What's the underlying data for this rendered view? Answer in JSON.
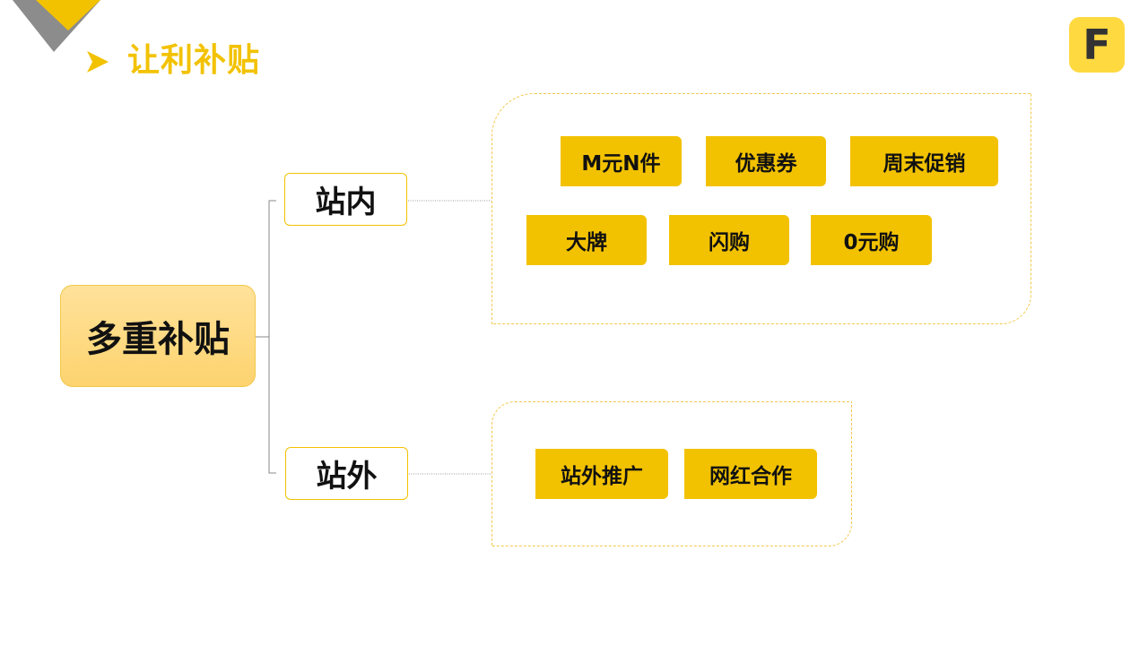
{
  "title": "让利补贴",
  "logo": {
    "letter": "F",
    "color": "#ffd940"
  },
  "colors": {
    "accent": "#f2c200",
    "root_fill": "#fdd36f",
    "text": "#111111"
  },
  "icons": {
    "title_bullet": "arrowhead-bullet-icon",
    "corner": "corner-chevron-decoration"
  },
  "diagram": {
    "root": "多重补贴",
    "branches": [
      {
        "label": "站内",
        "tags": [
          "M元N件",
          "优惠券",
          "周末促销",
          "大牌",
          "闪购",
          "0元购"
        ]
      },
      {
        "label": "站外",
        "tags": [
          "站外推广",
          "网红合作"
        ]
      }
    ]
  }
}
